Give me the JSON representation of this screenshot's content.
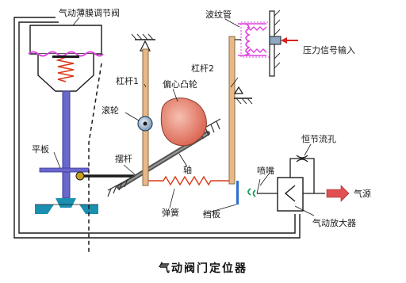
{
  "caption": "气动阀门定位器",
  "labels": {
    "diaphragm_valve": "气动薄膜调节阀",
    "bellows": "波纹管",
    "pressure_input": "压力信号输入",
    "lever1": "杠杆1",
    "lever2": "杠杆2",
    "eccentric_cam": "偏心凸轮",
    "roller": "滚轮",
    "flat_plate": "平板",
    "swing_rod": "摆杆",
    "shaft": "轴",
    "spring": "弹簧",
    "baffle": "挡板",
    "nozzle": "喷嘴",
    "constant_orifice": "恒节流孔",
    "air_source": "气源",
    "pneumatic_amplifier": "气动放大器"
  },
  "colors": {
    "line": "#1a1a1a",
    "diaphragm": "#e040e0",
    "spring": "#d93a1a",
    "stem": "#6a68c8",
    "lever": "#e8b888",
    "cam": "#e07868",
    "roller": "#8fa8c0",
    "valve_body": "#1a8fb0",
    "baffle": "#2a6fd0",
    "arrow": "#d82020",
    "nozzle": "#1a9a60",
    "hatch": "#333333"
  }
}
